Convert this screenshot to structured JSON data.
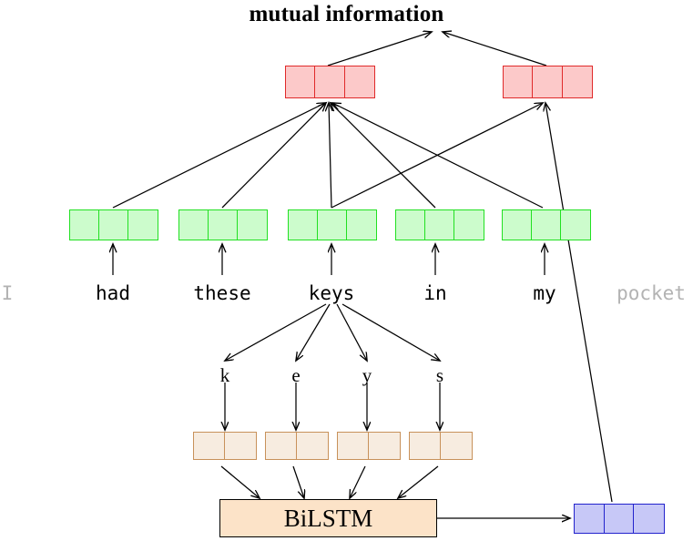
{
  "diagram": {
    "title": "mutual information",
    "colors": {
      "red_fill": "#fcc9c9",
      "red_border": "#e02a2a",
      "green_fill": "#ccfccc",
      "green_border": "#22e022",
      "orange_fill": "#f7ece0",
      "orange_border": "#c8915a",
      "blue_fill": "#c7c8f7",
      "blue_border": "#2222cc",
      "module_fill": "#fce3c8",
      "edge": "#000000",
      "faded_text": "#b3b3b3"
    },
    "sentence": {
      "words": [
        {
          "text": "I",
          "faded": true
        },
        {
          "text": "had",
          "faded": false
        },
        {
          "text": "these",
          "faded": false
        },
        {
          "text": "keys",
          "faded": false
        },
        {
          "text": "in",
          "faded": false
        },
        {
          "text": "my",
          "faded": false
        },
        {
          "text": "pocket",
          "faded": true
        }
      ]
    },
    "characters": [
      "k",
      "e",
      "y",
      "s"
    ],
    "module": {
      "label": "BiLSTM"
    },
    "vectors": {
      "red": [
        {
          "name": "red-vector-left",
          "cells": 3
        },
        {
          "name": "red-vector-right",
          "cells": 3
        }
      ],
      "green": [
        {
          "name": "green-vector-had",
          "cells": 3
        },
        {
          "name": "green-vector-these",
          "cells": 3
        },
        {
          "name": "green-vector-keys",
          "cells": 3
        },
        {
          "name": "green-vector-in",
          "cells": 3
        },
        {
          "name": "green-vector-my",
          "cells": 3
        }
      ],
      "orange": [
        {
          "name": "char-vector-k",
          "cells": 2
        },
        {
          "name": "char-vector-e",
          "cells": 2
        },
        {
          "name": "char-vector-y",
          "cells": 2
        },
        {
          "name": "char-vector-s",
          "cells": 2
        }
      ],
      "blue": [
        {
          "name": "bilstm-output-vector",
          "cells": 3
        }
      ]
    }
  }
}
